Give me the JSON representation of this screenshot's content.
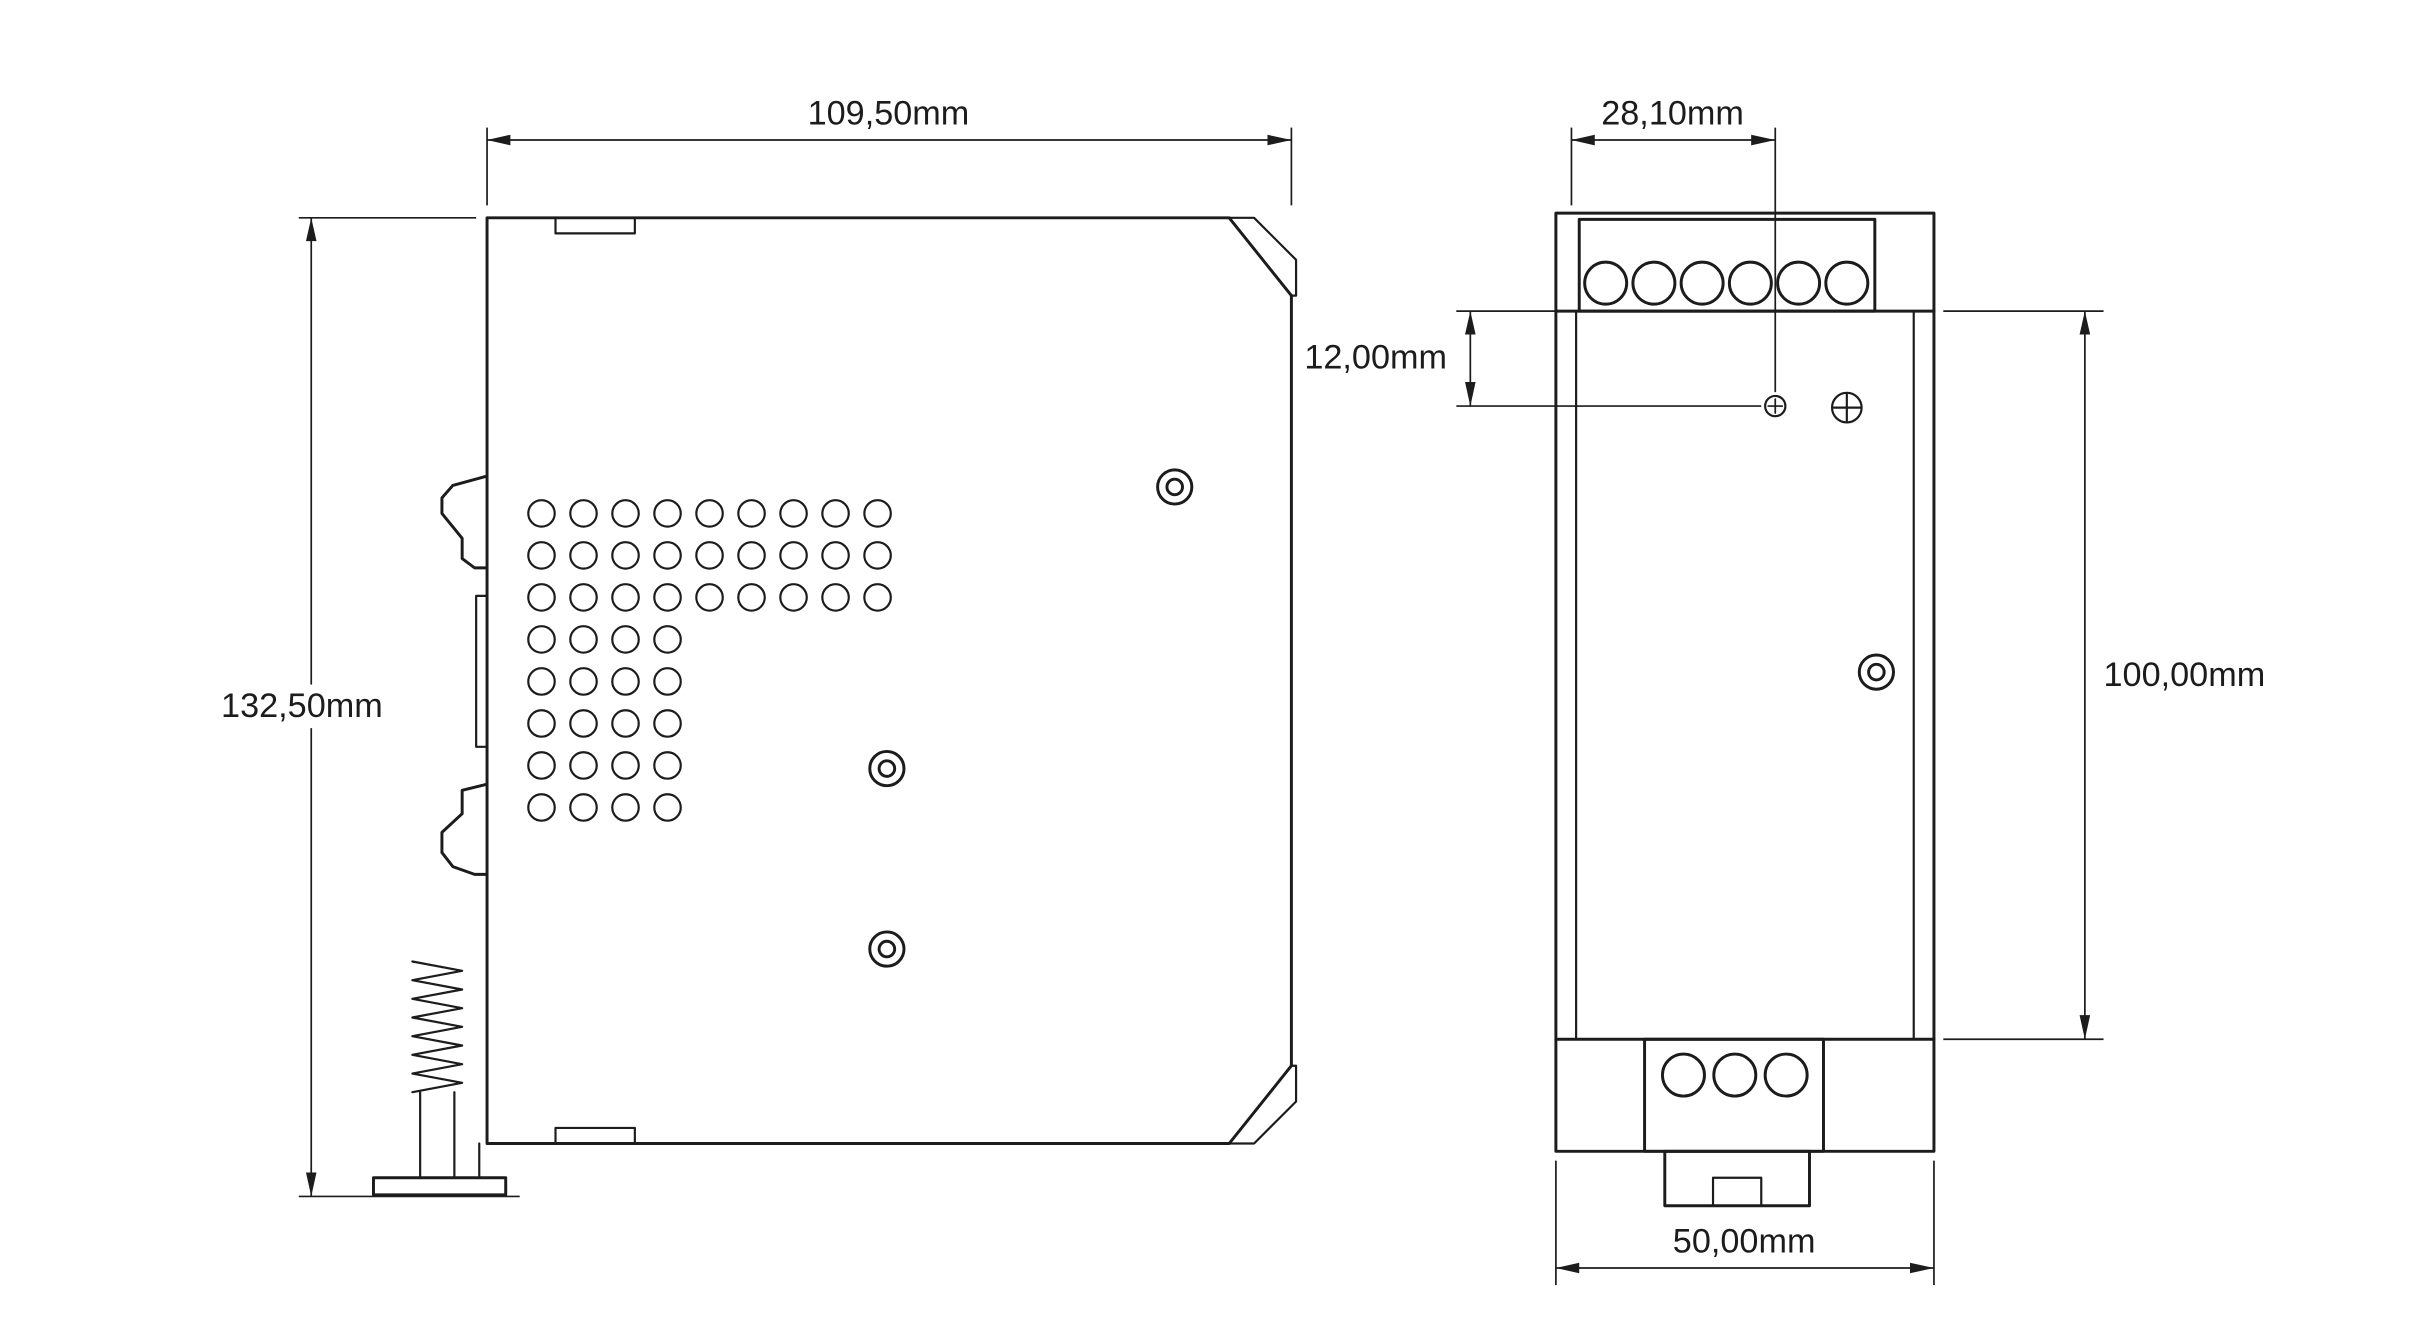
{
  "drawing": {
    "background_color": "#ffffff",
    "line_color": "#1c1c1c",
    "side_view": {
      "width_label": "109,50mm",
      "height_label": "132,50mm"
    },
    "front_view": {
      "terminal_offset_label": "28,10mm",
      "screw_offset_label": "12,00mm",
      "din_section_height_label": "100,00mm",
      "width_label": "50,00mm"
    }
  }
}
